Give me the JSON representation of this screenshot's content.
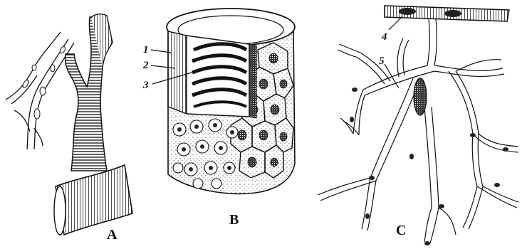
{
  "figure": {
    "panels": [
      {
        "id": "A",
        "label": "A"
      },
      {
        "id": "B",
        "label": "B",
        "callouts": [
          "1",
          "2",
          "3"
        ]
      },
      {
        "id": "C",
        "label": "C",
        "callouts": [
          "4",
          "5"
        ]
      }
    ]
  },
  "colors": {
    "ink": "#111111",
    "paper": "#ffffff"
  }
}
